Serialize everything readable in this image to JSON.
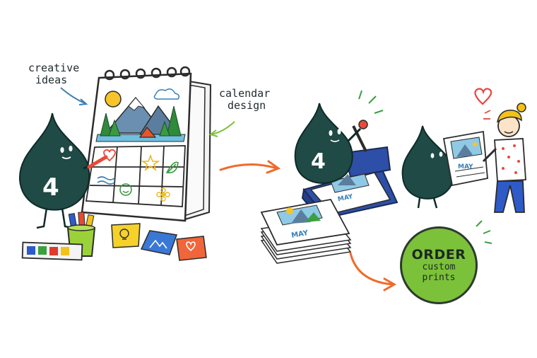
{
  "annotations": {
    "creative_ideas": [
      "creative",
      "ideas"
    ],
    "calendar_design": [
      "calendar",
      "design"
    ]
  },
  "characters": {
    "left_drop_number": "4",
    "press_drop_number": "4"
  },
  "calendar": {
    "month_label": "MAY"
  },
  "cta": {
    "title": "ORDER",
    "line1": "custom",
    "line2": "prints"
  },
  "palette": {
    "drop": "#1f4a46",
    "accent_orange": "#f06a2a",
    "press_blue": "#2d4fa8",
    "badge_green": "#7cc13a",
    "heart_red": "#e8463c",
    "paint_blue": "#2e5bc8",
    "paint_green": "#3aa040",
    "paint_red": "#e03a2e",
    "paint_yellow": "#f2c21a"
  }
}
